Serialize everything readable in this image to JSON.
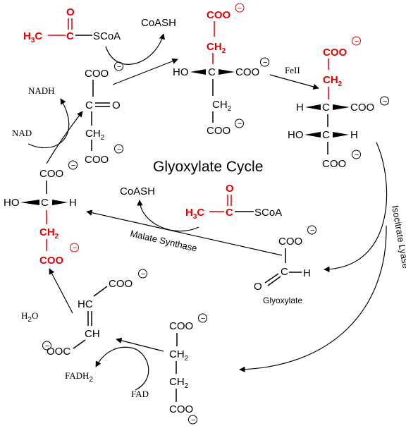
{
  "title": "Glyoxylate Cycle",
  "colors": {
    "highlight": "#e30000",
    "ink": "#000000",
    "background": "#ffffff"
  },
  "charge_symbol": "−",
  "labels": {
    "malate_synthase": "Malate Synthase",
    "isocitrate_lyase": "Isocitrate Lyase",
    "glyoxylate": "Glyoxylate"
  },
  "atoms": {
    "acetyl_h3c": "H",
    "acetyl_h3c_sub": "3",
    "acetyl_h3c_c": "C",
    "acetyl_c": "C",
    "acetyl_o": "O",
    "scoa": "SCoA",
    "coo": "COO",
    "ch2": "CH",
    "ch2_sub": "2",
    "c": "C",
    "o": "O",
    "ho": "HO",
    "h": "H",
    "hc": "HC",
    "ch": "CH",
    "ooc": "OOC"
  },
  "cofactors": {
    "coash": "CoASH",
    "feii": "FeII",
    "nadh": "NADH",
    "nad": "NAD",
    "h2o": "H",
    "h2o_sub": "2",
    "h2o_o": "O",
    "fadh2": "FADH",
    "fadh2_sub": "2",
    "fad": "FAD"
  }
}
